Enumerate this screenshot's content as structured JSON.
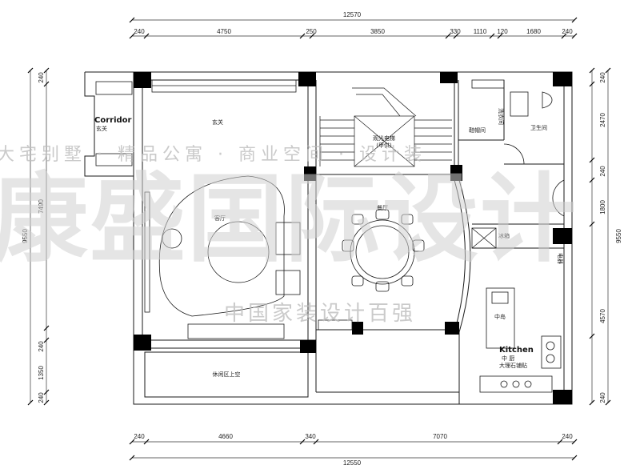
{
  "dimensions": {
    "top_total": "12570",
    "top": [
      "240",
      "4750",
      "250",
      "3850",
      "330",
      "1110",
      "120",
      "1680",
      "240"
    ],
    "bottom_total": "12550",
    "bottom": [
      "240",
      "4660",
      "340",
      "7070",
      "240"
    ],
    "left_total": "9550",
    "left": [
      "240",
      "7490",
      "240",
      "1350",
      "240"
    ],
    "right_total": "9550",
    "right": [
      "240",
      "2470",
      "240",
      "1800",
      "4570",
      "240"
    ]
  },
  "rooms": {
    "corridor_en": "Corridor",
    "corridor_cn": "玄关",
    "foyer": "玄关",
    "living": "客厅",
    "dining": "餐厅",
    "elevator": "观光电梯",
    "elevator_sub": "(甲供)",
    "shoe_room": "鞋帽间",
    "laundry": "洗衣间",
    "bathroom": "卫生间",
    "fridge": "冰箱",
    "appliance": "电器",
    "island": "中岛",
    "kitchen_en": "Kitchen",
    "kitchen_cn": "中 厨",
    "kitchen_note": "大理石铺贴",
    "terrace": "休闲区上空"
  },
  "watermark": {
    "slogan": "大宅别墅 · 精品公寓 · 商业空间 · 设计装",
    "brand": "康盛国际设计",
    "sub": "中国家装设计百强"
  },
  "colors": {
    "line": "#1a1a1a",
    "wall": "#000000",
    "watermark": "#c8c8c8"
  }
}
